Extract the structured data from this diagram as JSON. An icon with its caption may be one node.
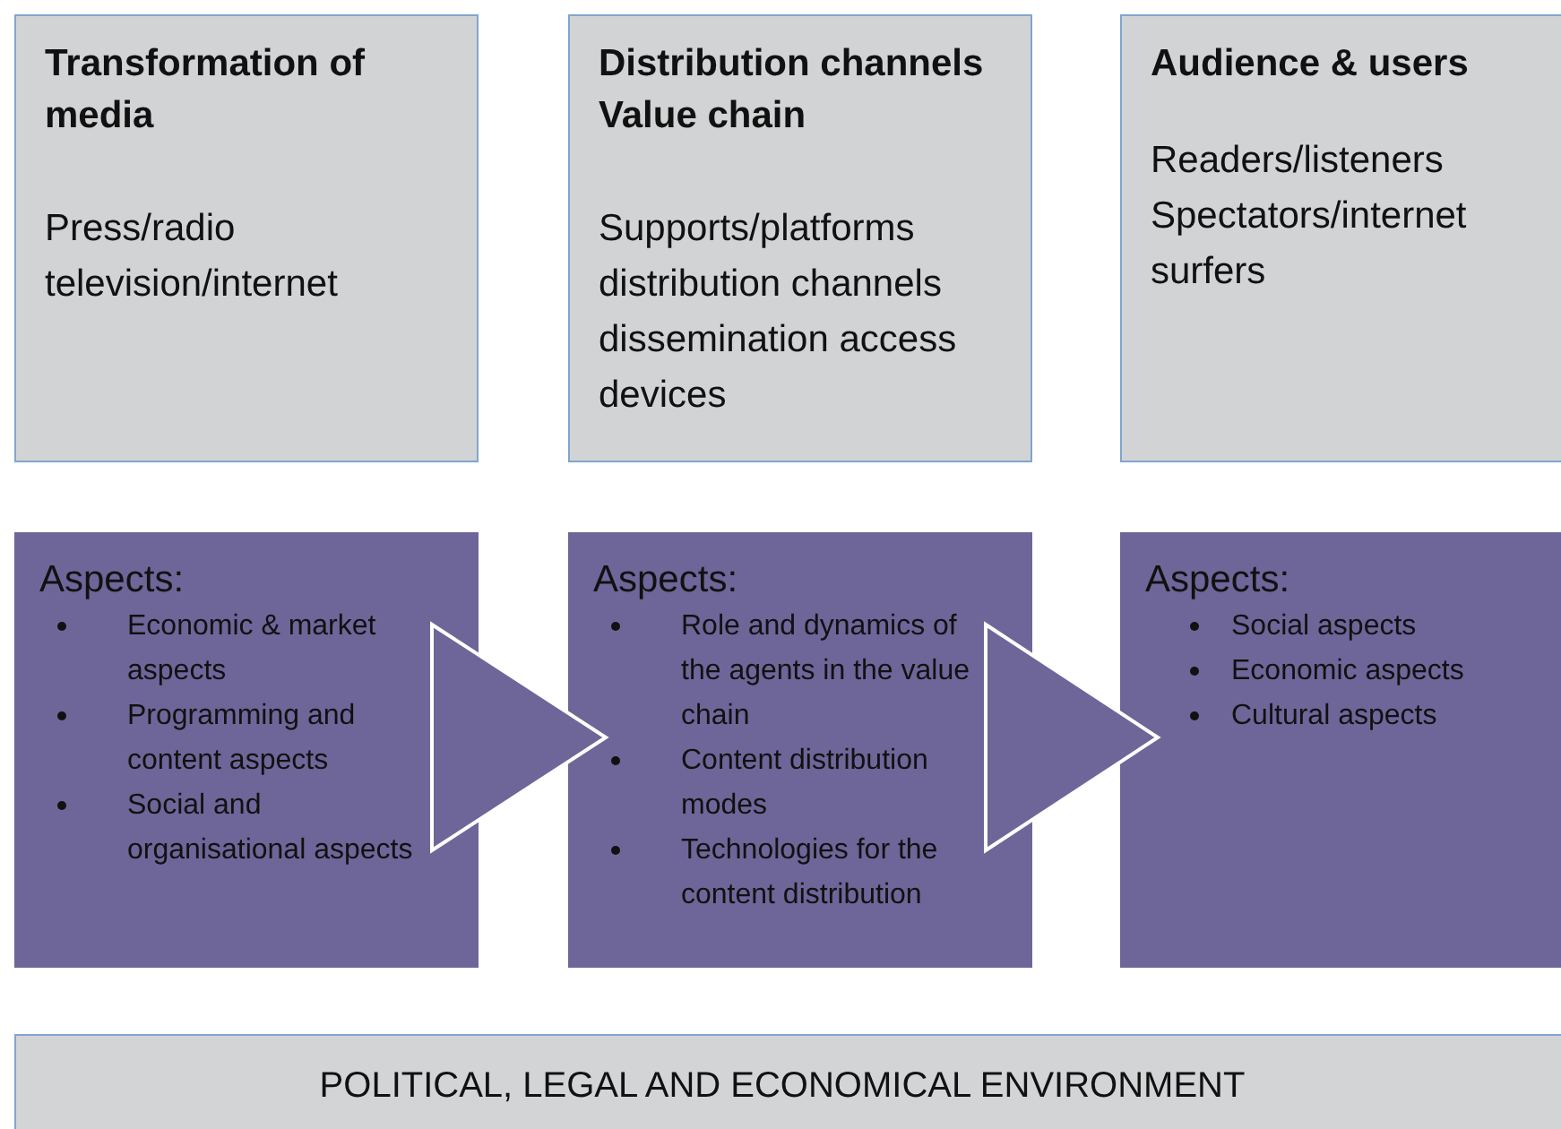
{
  "diagram": {
    "nodes": [
      {
        "text": [
          "Transformation of media",
          "Press/radio television/internet"
        ]
      },
      {
        "text": [
          "Distribution channels Value chain",
          "Supports/platforms distribution channels dissemination access devices"
        ]
      },
      {
        "text": [
          "Audience & users",
          "Readers/listeners Spectators/internet surfers"
        ]
      },
      {
        "text": [
          "Aspects:",
          "Economic & market aspects",
          "Programming and content aspects",
          "Social and organisational aspects"
        ]
      },
      {
        "text": [
          "Aspects:",
          "Role and dynamics of the agents in the value chain",
          "Content distribution modes",
          "Technologies for the content distribution"
        ]
      },
      {
        "text": [
          "Aspects:",
          "Social aspects",
          "Economic aspects",
          "Cultural aspects"
        ]
      },
      {
        "text": [
          "POLITICAL, LEGAL AND ECONOMICAL ENVIRONMENT"
        ]
      }
    ],
    "edges": [
      {
        "from": 3,
        "to": 4,
        "arrow": "to"
      },
      {
        "from": 4,
        "to": 5,
        "arrow": "to"
      }
    ]
  }
}
